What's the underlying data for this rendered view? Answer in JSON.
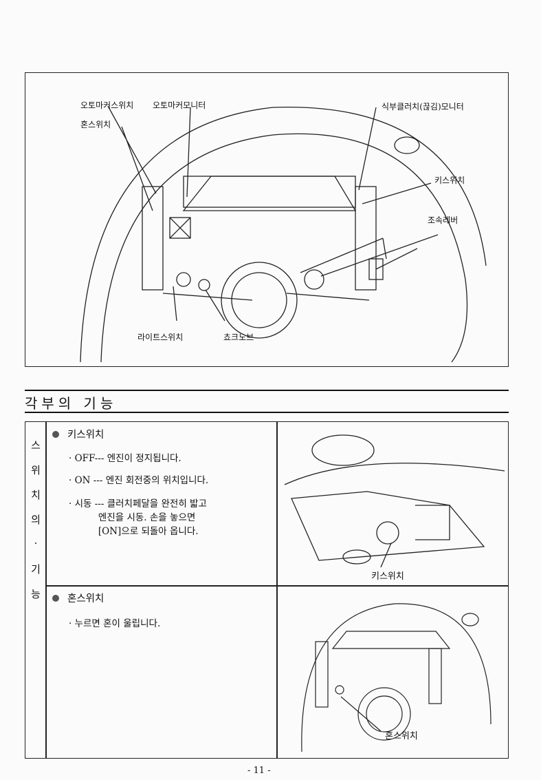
{
  "figure_labels": {
    "automarker_switch": "오토마커스위치",
    "automarker_monitor": "오토마커모니터",
    "horn_switch": "혼스위치",
    "clutch_monitor": "식부클러치(끊김)모니터",
    "key_switch": "키스위치",
    "control_lever": "조속레버",
    "light_switch": "라이트스위치",
    "choke_knob": "쵸크노브"
  },
  "section_title": "각부의 기능",
  "side_title": [
    "스",
    "위",
    "치",
    "의",
    "·",
    "기",
    "능"
  ],
  "key_switch": {
    "title": "키스위치",
    "lines": [
      "· OFF--- 엔진이 정지됩니다.",
      "· ON --- 엔진 회전중의 위치입니다.",
      "· 시동 --- 클러치페달을 완전히 밟고",
      "          엔진을 시동. 손을 놓으면",
      "          [ON]으로 되돌아 옵니다."
    ],
    "image_label": "키스위치"
  },
  "horn_switch": {
    "title": "혼스위치",
    "lines": [
      "· 누르면 혼이 울립니다."
    ],
    "image_label": "혼스위치"
  },
  "page_number": "- 11 -"
}
